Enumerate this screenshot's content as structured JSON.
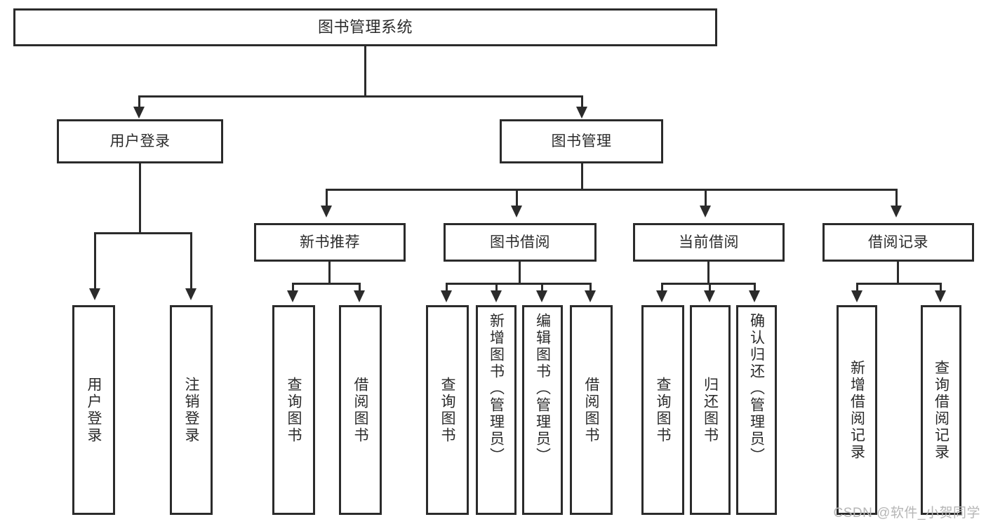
{
  "diagram": {
    "title": "图书管理系统",
    "type": "tree-hierarchy",
    "watermark": "CSDN @软件_小贺同学",
    "colors": {
      "stroke": "#2b2b2b",
      "background": "#ffffff",
      "watermark": "#b6b6b6"
    },
    "levels": {
      "level1": [
        {
          "id": "root",
          "label": "图书管理系统"
        }
      ],
      "level2": [
        {
          "id": "user-login",
          "label": "用户登录"
        },
        {
          "id": "book-manage",
          "label": "图书管理"
        }
      ],
      "level3": [
        {
          "id": "new-book-rec",
          "label": "新书推荐"
        },
        {
          "id": "book-borrow",
          "label": "图书借阅"
        },
        {
          "id": "current-borrow",
          "label": "当前借阅"
        },
        {
          "id": "borrow-record",
          "label": "借阅记录"
        }
      ],
      "level4": [
        {
          "id": "leaf-user-login",
          "label": "用户登录",
          "parent": "user-login"
        },
        {
          "id": "leaf-logout",
          "label": "注销登录",
          "parent": "user-login"
        },
        {
          "id": "leaf-query-book-1",
          "label": "查询图书",
          "parent": "new-book-rec"
        },
        {
          "id": "leaf-borrow-book-1",
          "label": "借阅图书",
          "parent": "new-book-rec"
        },
        {
          "id": "leaf-query-book-2",
          "label": "查询图书",
          "parent": "book-borrow"
        },
        {
          "id": "leaf-add-book",
          "label": "新增图书（管理员）",
          "parent": "book-borrow"
        },
        {
          "id": "leaf-edit-book",
          "label": "编辑图书（管理员）",
          "parent": "book-borrow"
        },
        {
          "id": "leaf-borrow-book-2",
          "label": "借阅图书",
          "parent": "book-borrow"
        },
        {
          "id": "leaf-query-book-3",
          "label": "查询图书",
          "parent": "current-borrow"
        },
        {
          "id": "leaf-return-book",
          "label": "归还图书",
          "parent": "current-borrow"
        },
        {
          "id": "leaf-confirm-return",
          "label": "确认归还（管理员）",
          "parent": "current-borrow"
        },
        {
          "id": "leaf-add-record",
          "label": "新增借阅记录",
          "parent": "borrow-record"
        },
        {
          "id": "leaf-query-record",
          "label": "查询借阅记录",
          "parent": "borrow-record"
        }
      ]
    }
  }
}
